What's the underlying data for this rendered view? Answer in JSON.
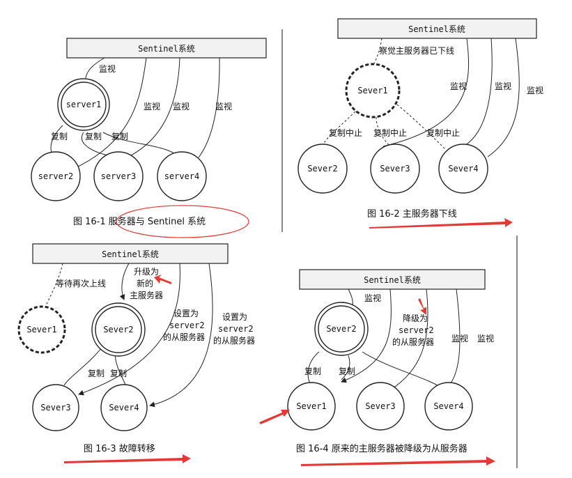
{
  "colors": {
    "accent_arrow": "#e53935",
    "ellipse": "#e53935",
    "ink": "#222222"
  },
  "panels": [
    {
      "sentinel_label": "Sentinel系统",
      "nodes": [
        "server1",
        "server2",
        "server3",
        "server4"
      ],
      "labels": {
        "monitor": "监视",
        "replicate": "复制"
      },
      "caption": "图 16-1    服务器与 Sentinel 系统"
    },
    {
      "sentinel_label": "Sentinel系统",
      "note": "察觉主服务器已下线",
      "nodes": [
        "Sever1",
        "Sever2",
        "Sever3",
        "Sever4"
      ],
      "labels": {
        "monitor": "监视",
        "stop": "复制中止"
      },
      "caption": "图 16-2    主服务器下线"
    },
    {
      "sentinel_label": "Sentinel系统",
      "nodes": [
        "Sever1",
        "Sever2",
        "Sever3",
        "Sever4"
      ],
      "labels": {
        "wait": "等待再次上线",
        "promote": [
          "升级为",
          "新的",
          "主服务器"
        ],
        "set_slave": [
          "设置为",
          "server2",
          "的从服务器"
        ],
        "replicate": "复制"
      },
      "caption": "图 16-3    故障转移"
    },
    {
      "sentinel_label": "Sentinel系统",
      "nodes": [
        "Sever2",
        "Sever1",
        "Sever3",
        "Sever4"
      ],
      "labels": {
        "monitor": "监视",
        "demote": [
          "降级为",
          "server2",
          "的从服务器"
        ],
        "replicate": "复制"
      },
      "caption": "图 16-4    原来的主服务器被降级为从服务器"
    }
  ]
}
